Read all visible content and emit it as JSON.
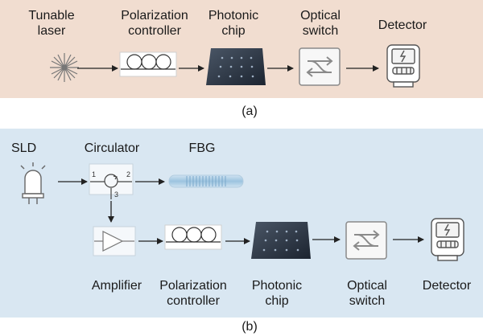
{
  "colors": {
    "panel_a_bg": "#f1ddd0",
    "panel_b_bg": "#d9e7f2",
    "arrow": "#222222",
    "icon_stroke": "#8a8a8a"
  },
  "panel_a": {
    "caption": "(a)",
    "labels": {
      "laser": [
        "Tunable",
        "laser"
      ],
      "polarization": [
        "Polarization",
        "controller"
      ],
      "chip": [
        "Photonic",
        "chip"
      ],
      "switch": [
        "Optical",
        "switch"
      ],
      "detector": [
        "Detector"
      ]
    }
  },
  "panel_b": {
    "caption": "(b)",
    "labels": {
      "sld": [
        "SLD"
      ],
      "circulator": [
        "Circulator"
      ],
      "fbg": [
        "FBG"
      ],
      "amplifier": [
        "Amplifier"
      ],
      "polarization": [
        "Polarization",
        "controller"
      ],
      "chip": [
        "Photonic",
        "chip"
      ],
      "switch": [
        "Optical",
        "switch"
      ],
      "detector": [
        "Detector"
      ]
    },
    "circulator_ports": [
      "1",
      "2",
      "3"
    ]
  }
}
